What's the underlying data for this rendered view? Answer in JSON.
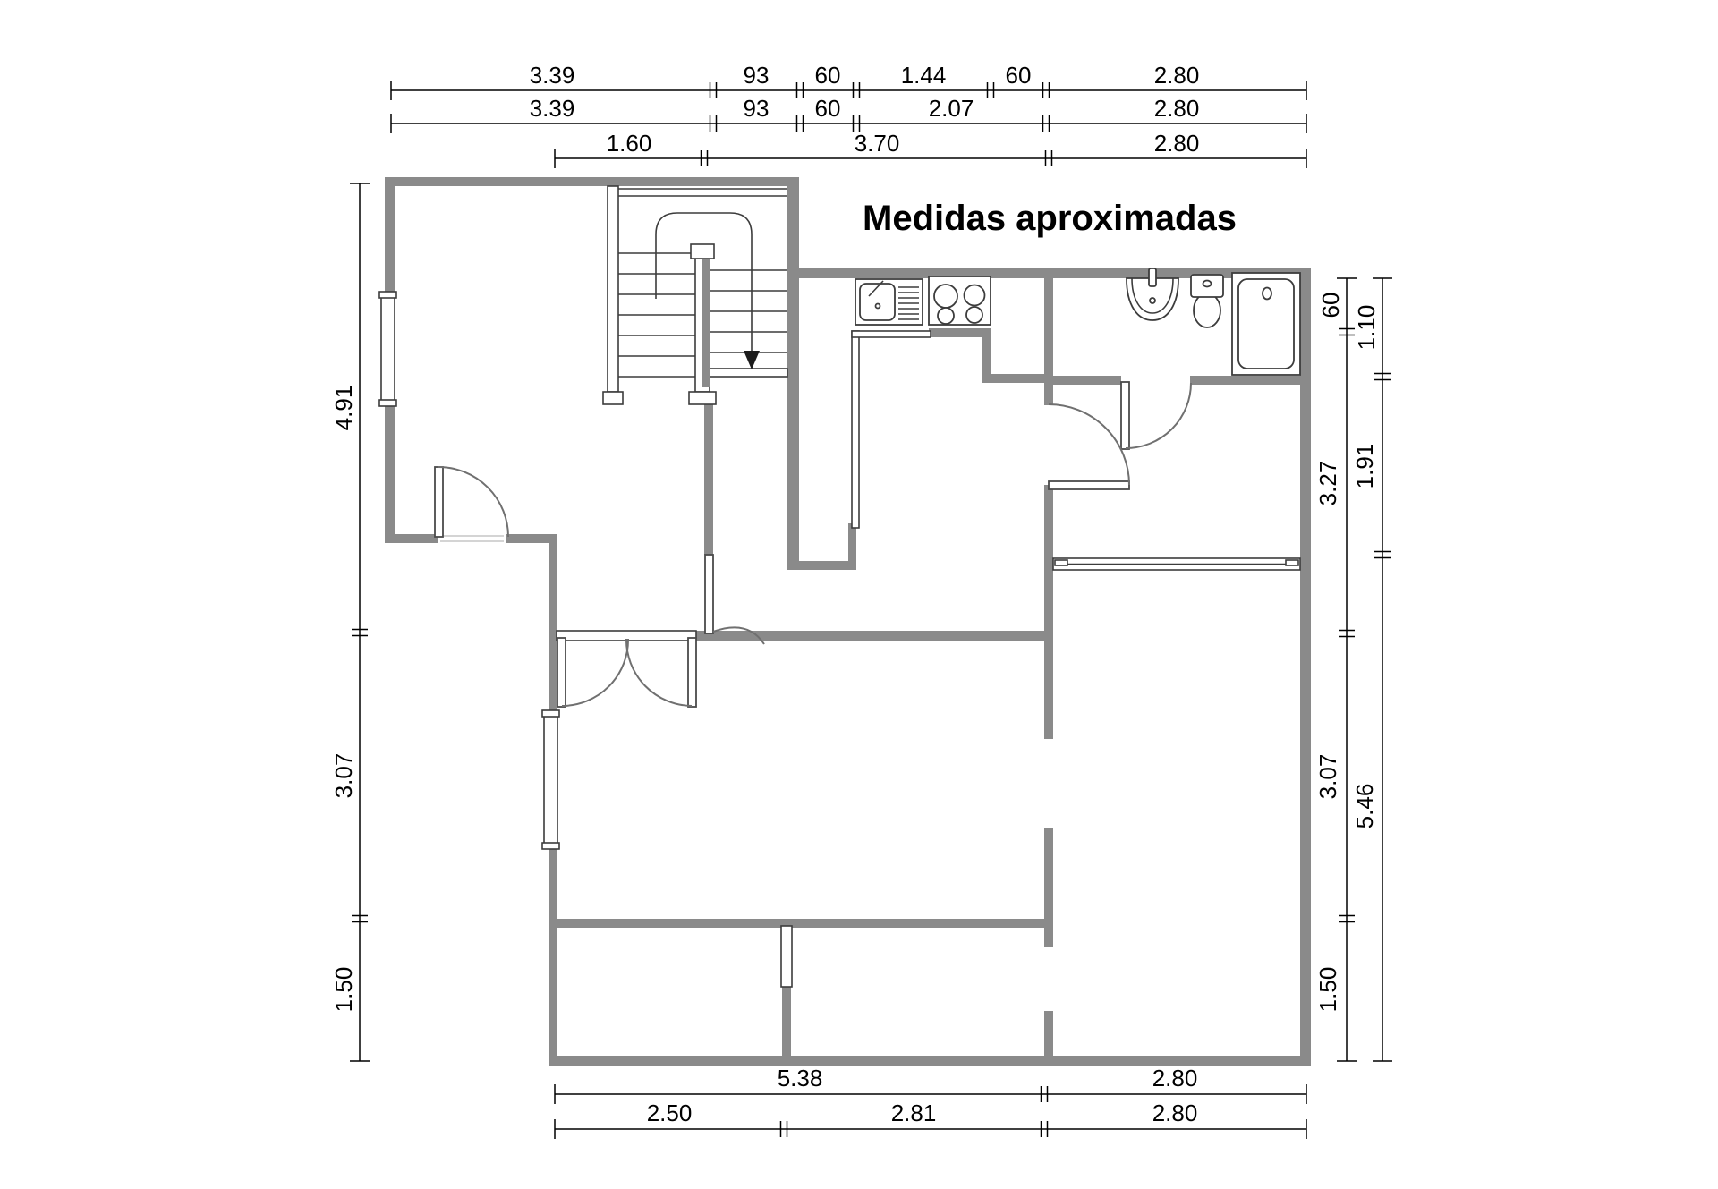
{
  "title": "Medidas aproximadas",
  "dimensions": {
    "top_row1": [
      "3.39",
      "93",
      "60",
      "1.44",
      "60",
      "2.80"
    ],
    "top_row2": [
      "3.39",
      "93",
      "60",
      "2.07",
      "2.80"
    ],
    "top_row3": [
      "1.60",
      "3.70",
      "2.80"
    ],
    "left_column": [
      "4.91",
      "3.07",
      "1.50"
    ],
    "right_inner": [
      "60",
      "3.27",
      "3.07",
      "1.50"
    ],
    "right_outer": [
      "1.10",
      "1.91",
      "5.46"
    ],
    "bottom_row1": [
      "5.38",
      "2.80"
    ],
    "bottom_row2": [
      "2.50",
      "2.81",
      "2.80"
    ]
  },
  "colors": {
    "wall": "#8a8a8a",
    "thin_line": "#3c3c3c",
    "dimension": "#000000",
    "background": "#ffffff"
  },
  "icons": {
    "staircase": "staircase-with-down-arrow",
    "kitchen_sink": "kitchen-sink-with-drainboard",
    "stove": "four-burner-stove",
    "bath_basin": "bathroom-sink",
    "toilet": "toilet",
    "bathtub": "bathtub",
    "doors": "quarter-circle-door-swings",
    "windows": "double-line-windows"
  }
}
